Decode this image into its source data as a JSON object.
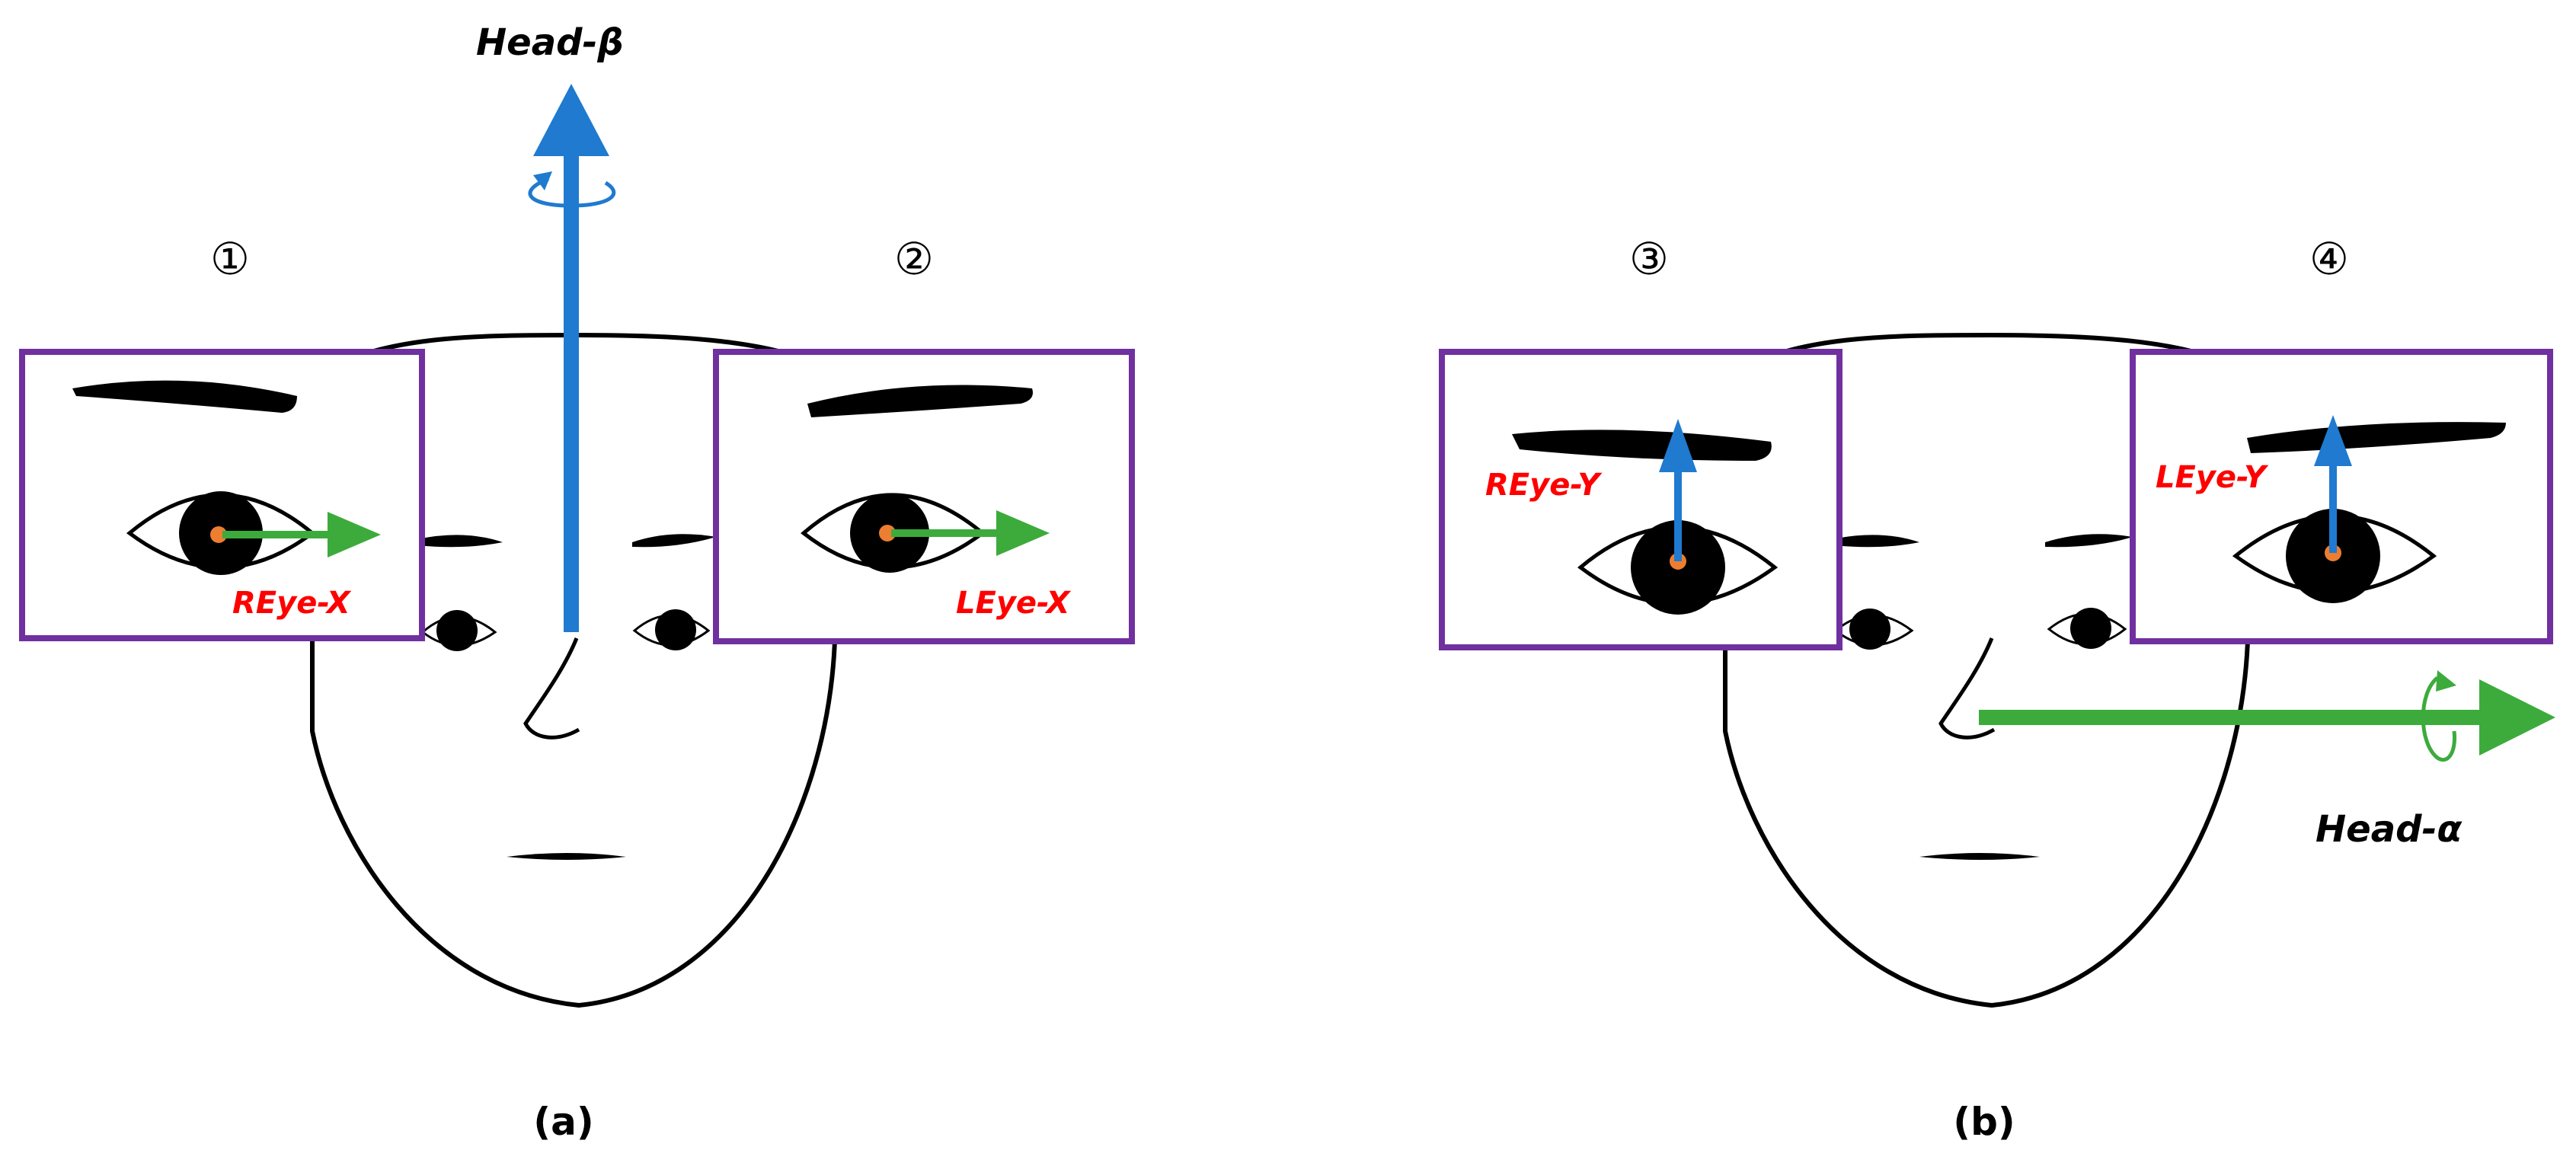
{
  "panel_a": {
    "caption": "(a)",
    "head_axis_label": "Head-β",
    "right_eye_label": "REye-X",
    "left_eye_label": "LEye-X",
    "marker_1": "①",
    "marker_2": "②"
  },
  "panel_b": {
    "caption": "(b)",
    "head_axis_label": "Head-α",
    "right_eye_label": "REye-Y",
    "left_eye_label": "LEye-Y",
    "marker_3": "③",
    "marker_4": "④"
  },
  "colors": {
    "inset_border": "#7030a0",
    "head_beta_arrow": "#1f7ad0",
    "head_alpha_arrow": "#3cab3c",
    "eye_x_arrow": "#3cab3c",
    "eye_y_arrow": "#1f7ad0",
    "pupil_center": "#ed7d31",
    "eye_label": "#ff0000"
  }
}
